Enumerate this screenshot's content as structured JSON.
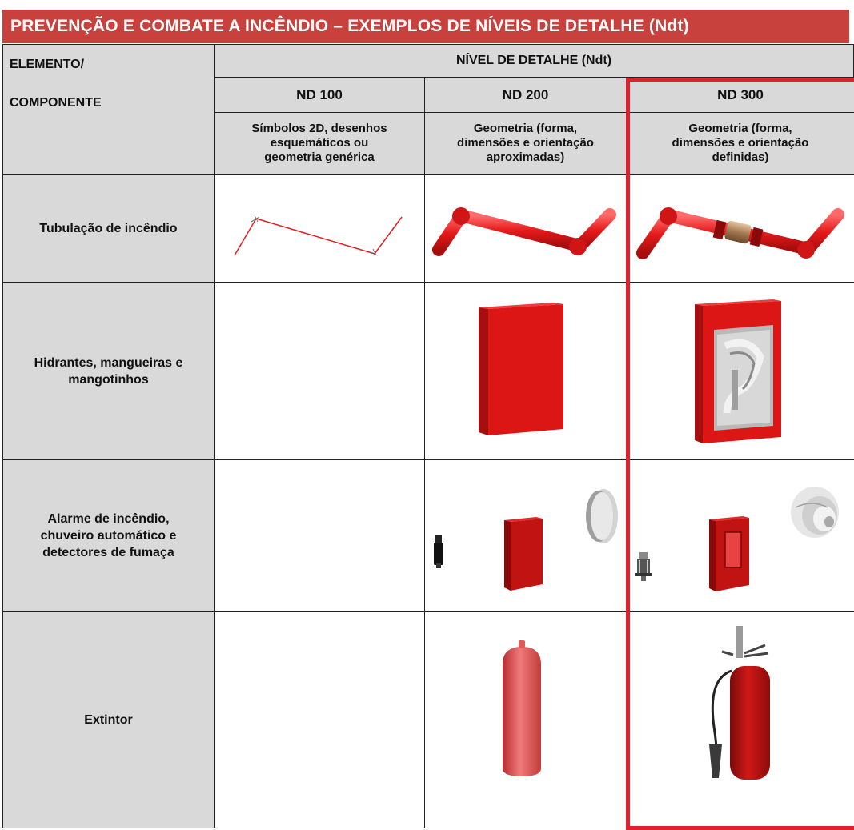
{
  "title": "PREVENÇÃO E COMBATE A INCÊNDIO – EXEMPLOS DE NÍVEIS DE DETALHE (Ndt)",
  "header": {
    "element_col": [
      "ELEMENTO/",
      "COMPONENTE"
    ],
    "ndt_group": "NÍVEL DE DETALHE (Ndt)",
    "levels": [
      {
        "label": "ND 100",
        "description": [
          "Símbolos 2D, desenhos",
          "esquemáticos ou",
          "geometria genérica"
        ]
      },
      {
        "label": "ND 200",
        "description": [
          "Geometria (forma,",
          "dimensões e orientação",
          "aproximadas)"
        ]
      },
      {
        "label": "ND 300",
        "description": [
          "Geometria (forma,",
          "dimensões e orientação",
          "definidas)"
        ]
      }
    ]
  },
  "rows": [
    {
      "label": [
        "Tubulação de incêndio"
      ]
    },
    {
      "label": [
        "Hidrantes, mangueiras e",
        "mangotinhos"
      ]
    },
    {
      "label": [
        "Alarme de incêndio,",
        "chuveiro automático e",
        "detectores de fumaça"
      ]
    },
    {
      "label": [
        "Extintor"
      ]
    }
  ],
  "colors": {
    "title_bg": "#c9413d",
    "header_bg": "#d9d9d9",
    "highlight": "#e0202e",
    "model_red": "#d81414"
  },
  "icons": [
    "pipe-schematic-icon",
    "pipe-3d-icon",
    "pipe-valve-icon",
    "cabinet-box-icon",
    "hydrant-cabinet-icon",
    "sprinkler-icon",
    "alarm-box-icon",
    "smoke-detector-icon",
    "extinguisher-cylinder-icon",
    "extinguisher-icon"
  ]
}
